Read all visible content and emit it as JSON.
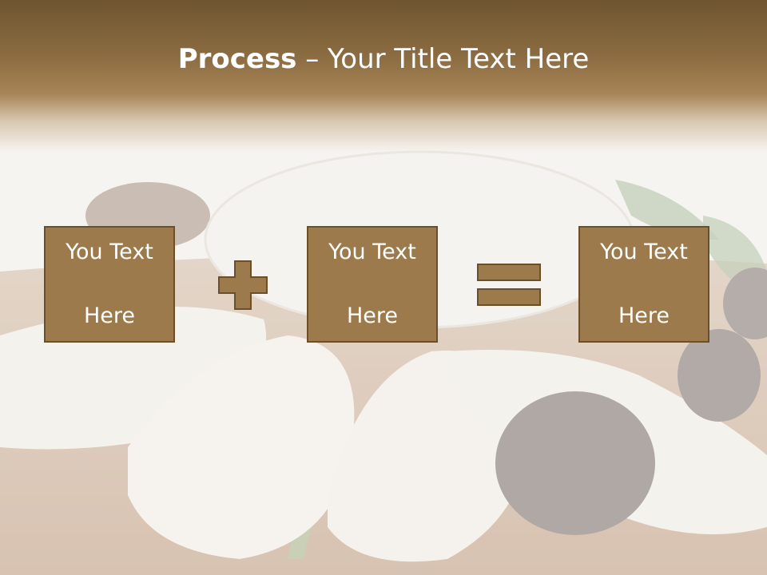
{
  "slide": {
    "title_bold": "Process",
    "title_rest": " – Your Title Text Here",
    "boxes": [
      {
        "line1": "You Text",
        "line2": "Here"
      },
      {
        "line1": "You Text",
        "line2": "Here"
      },
      {
        "line1": "You Text",
        "line2": "Here"
      }
    ],
    "operators": [
      "plus-icon",
      "equals-icon"
    ],
    "colors": {
      "header": "#8e6e43",
      "box_fill": "#9d7a4c",
      "box_border": "#6b4f2a",
      "text": "#ffffff"
    },
    "background_image": "white cheese slices with black olives on wooden board"
  }
}
